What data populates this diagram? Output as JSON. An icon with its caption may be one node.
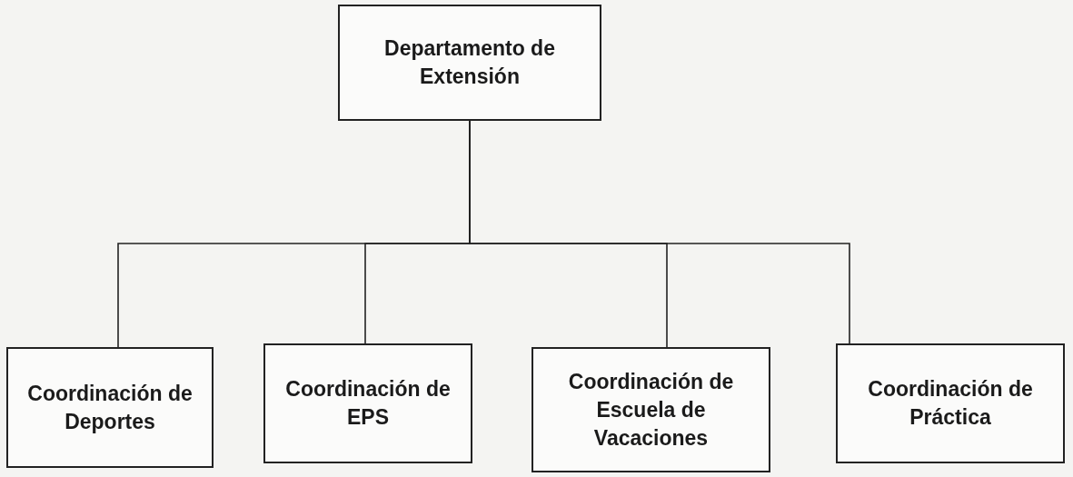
{
  "diagram": {
    "nodes": [
      {
        "text": [
          "Departamento de Extensión"
        ]
      },
      {
        "text": [
          "Coordinación de Deportes"
        ]
      },
      {
        "text": [
          "Coordinación de EPS"
        ]
      },
      {
        "text": [
          "Coordinación de Escuela de Vacaciones"
        ]
      },
      {
        "text": [
          "Coordinación de Práctica"
        ]
      }
    ],
    "edges": [
      {
        "from": 0,
        "to": 1,
        "arrow": "none"
      },
      {
        "from": 0,
        "to": 2,
        "arrow": "none"
      },
      {
        "from": 0,
        "to": 3,
        "arrow": "none"
      },
      {
        "from": 0,
        "to": 4,
        "arrow": "none"
      }
    ]
  }
}
